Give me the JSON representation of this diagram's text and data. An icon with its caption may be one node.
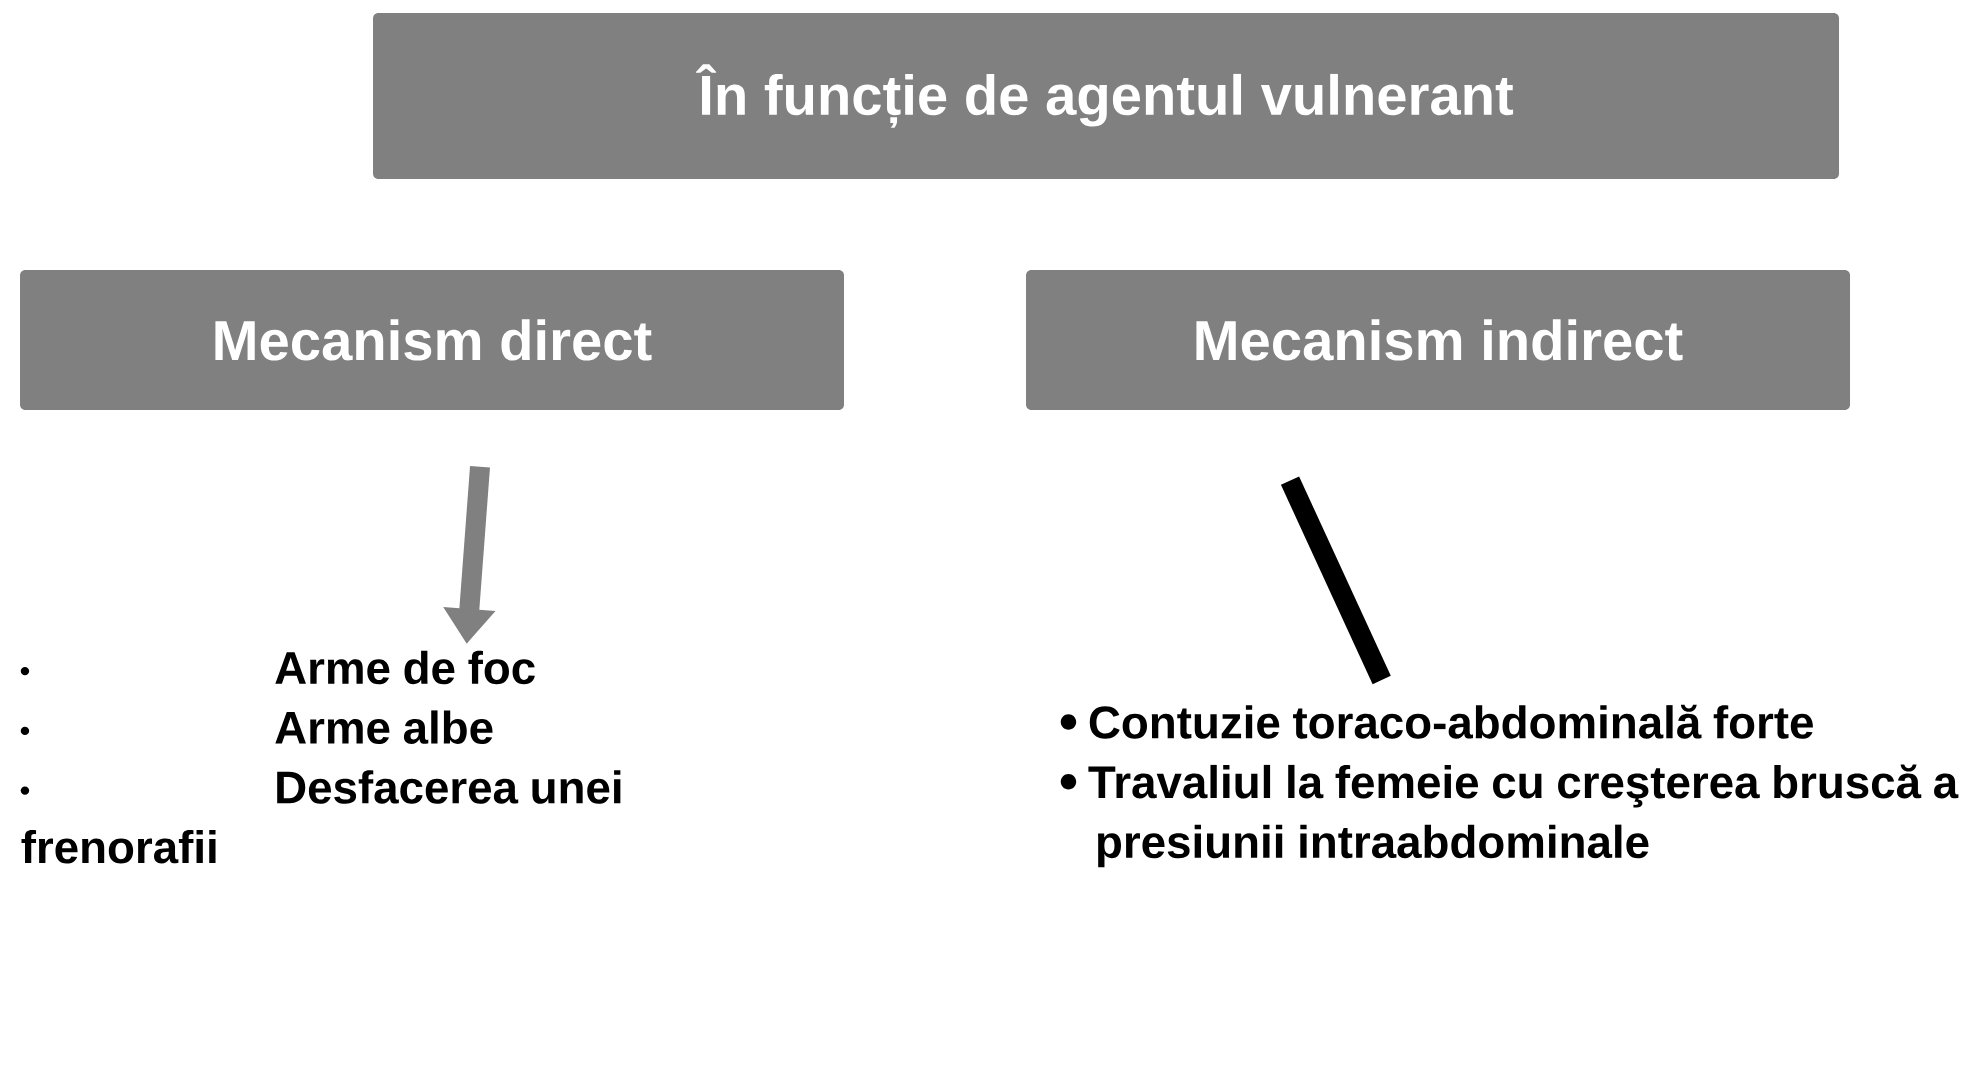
{
  "diagram": {
    "nodes": [
      {
        "text": [
          "În funcție de agentul vulnerant"
        ]
      },
      {
        "text": [
          "Mecanism direct"
        ]
      },
      {
        "text": [
          "Mecanism indirect"
        ]
      },
      {
        "text": [
          "Arme de foc",
          "Arme albe",
          "Desfacerea unei frenorafii"
        ]
      },
      {
        "text": [
          "Contuzie toraco-abdominală forte",
          "Travaliul la femeie cu creşterea bruscă a presiunii intraabdominale"
        ]
      }
    ],
    "edges": [
      {
        "from": 1,
        "to": 3,
        "arrow": "to",
        "color": "#808080"
      },
      {
        "from": 2,
        "to": 4,
        "arrow": "none",
        "color": "#000000"
      }
    ]
  }
}
